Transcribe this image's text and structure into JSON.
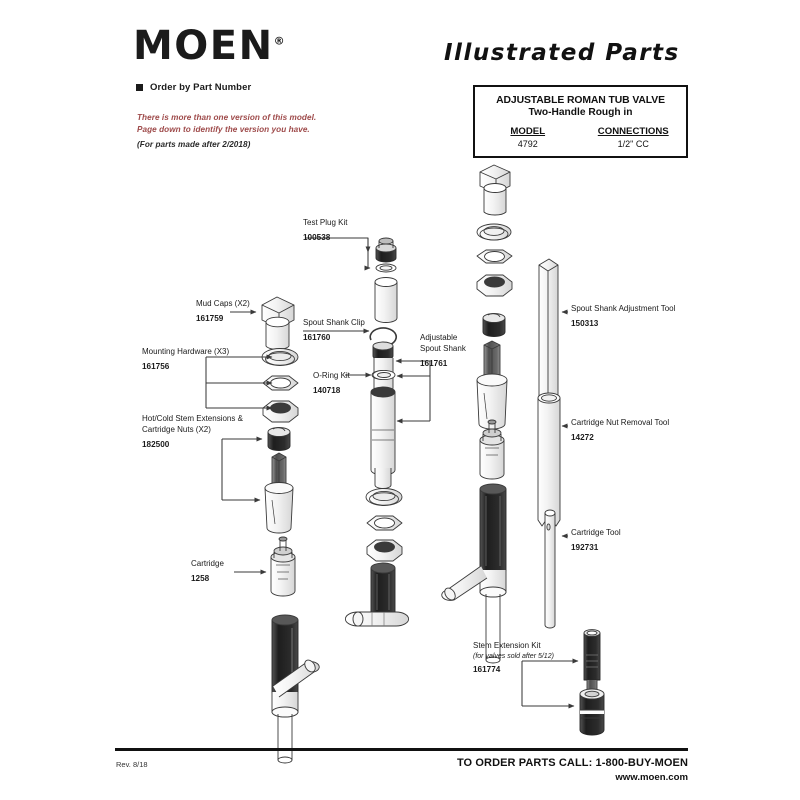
{
  "document": {
    "brand": "MOEN",
    "brand_registered": "®",
    "order_instruction": "Order by Part Number",
    "notice_line1": "There is more than one version of this model.",
    "notice_line2": "Page down to identify the version you have.",
    "notice_sub": "(For parts made after 2/2018)",
    "section_title": "Illustrated Parts"
  },
  "title_block": {
    "product_line1": "ADJUSTABLE ROMAN TUB VALVE",
    "product_line2": "Two-Handle Rough in",
    "model_header": "MODEL",
    "model_value": "4792",
    "connections_header": "CONNECTIONS",
    "connections_value": "1/2\" CC"
  },
  "parts": [
    {
      "name": "Test Plug Kit",
      "part_number": "100538"
    },
    {
      "name": "Mud Caps (X2)",
      "part_number": "161759"
    },
    {
      "name": "Spout Shank Clip",
      "part_number": "161760"
    },
    {
      "name": "Mounting Hardware (X3)",
      "part_number": "161756"
    },
    {
      "name": "O-Ring Kit",
      "part_number": "140718"
    },
    {
      "name": "Adjustable",
      "name2": "Spout Shank",
      "part_number": "161761"
    },
    {
      "name": "Hot/Cold Stem Extensions &",
      "name2": "Cartridge Nuts (X2)",
      "part_number": "182500"
    },
    {
      "name": "Cartridge",
      "part_number": "1258"
    },
    {
      "name": "Spout Shank Adjustment Tool",
      "part_number": "150313"
    },
    {
      "name": "Cartridge Nut Removal Tool",
      "part_number": "14272"
    },
    {
      "name": "Cartridge Tool",
      "part_number": "192731"
    },
    {
      "name": "Stem Extension Kit",
      "note": "(for valves sold after 5/12)",
      "part_number": "161774"
    }
  ],
  "footer": {
    "revision": "Rev. 8/18",
    "order_call": "TO ORDER PARTS CALL:  1-800-BUY-MOEN",
    "website": "www.moen.com"
  },
  "colors": {
    "ink": "#1b1b1b",
    "notice_red": "#9e4a4a",
    "metal_dark": "#2f2f2f",
    "metal_mid": "#6e6e6e",
    "line": "#3a3a3a"
  }
}
